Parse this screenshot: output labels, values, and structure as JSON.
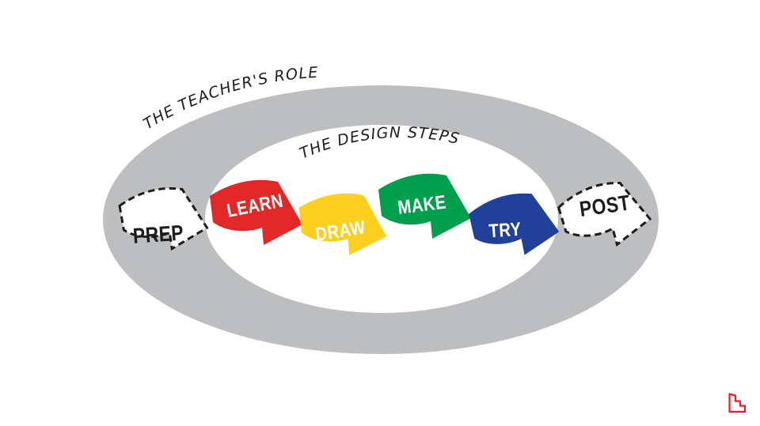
{
  "slide": {
    "title_outer": "THE TEACHER'S ROLE",
    "title_inner": "THE DESIGN STEPS",
    "teacher_steps": [
      {
        "label": "PREP"
      },
      {
        "label": "POST"
      }
    ],
    "design_steps": [
      {
        "label": "LEARN",
        "color": "#e12826"
      },
      {
        "label": "DRAW",
        "color": "#fdd01f"
      },
      {
        "label": "MAKE",
        "color": "#009f4d"
      },
      {
        "label": "TRY",
        "color": "#21409a"
      }
    ],
    "colors": {
      "ring": "#bdbec0",
      "inner": "#ffffff",
      "step_label": "#ffffff",
      "ink": "#1c1c1c"
    },
    "logo": {
      "icon": "stairs-steps-icon",
      "color": "#ed1c24"
    }
  }
}
